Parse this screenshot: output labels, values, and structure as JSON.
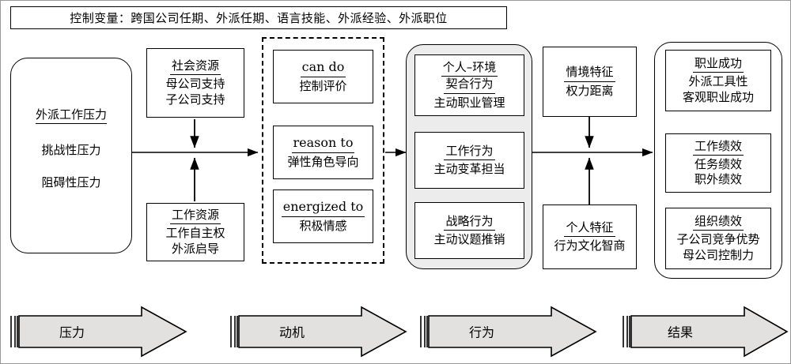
{
  "banner": {
    "label": "控制变量：跨国公司任期、外派任期、语言技能、外派经验、外派职位"
  },
  "stress": {
    "header": "外派工作压力",
    "item1": "挑战性压力",
    "item2": "阻碍性压力"
  },
  "resources": {
    "social": {
      "header": "社会资源",
      "item1": "母公司支持",
      "item2": "子公司支持"
    },
    "work": {
      "header": "工作资源",
      "item1": "工作自主权",
      "item2": "外派启导"
    }
  },
  "motivation": {
    "can_do": {
      "header": "can do",
      "item1": "控制评价"
    },
    "reason_to": {
      "header": "reason to",
      "item1": "弹性角色导向"
    },
    "energized_to": {
      "header": "energized to",
      "item1": "积极情感"
    }
  },
  "behavior": {
    "fit": {
      "header_line1": "个人–环境",
      "header_line2": "契合行为",
      "item1": "主动职业管理"
    },
    "job": {
      "header": "工作行为",
      "item1": "主动变革担当"
    },
    "strategic": {
      "header": "战略行为",
      "item1": "主动议题推销"
    }
  },
  "moderators": {
    "context": {
      "header": "情境特征",
      "item1": "权力距离"
    },
    "personal": {
      "header": "个人特征",
      "item1": "行为文化智商"
    }
  },
  "outcomes": {
    "career": {
      "header": "职业成功",
      "item1": "外派工具性",
      "item2": "客观职业成功"
    },
    "job_perf": {
      "header": "工作绩效",
      "item1": "任务绩效",
      "item2": "职外绩效"
    },
    "org_perf": {
      "header": "组织绩效",
      "item1": "子公司竞争优势",
      "item2": "母公司控制力"
    }
  },
  "phases": [
    {
      "label": "压力"
    },
    {
      "label": "动机"
    },
    {
      "label": "行为"
    },
    {
      "label": "结果"
    }
  ],
  "colors": {
    "stroke": "#000000",
    "page_bg": "#ffffff",
    "behavior_panel_bg": "#ececec",
    "phase_arrow_fill": "#e3e1e0"
  }
}
